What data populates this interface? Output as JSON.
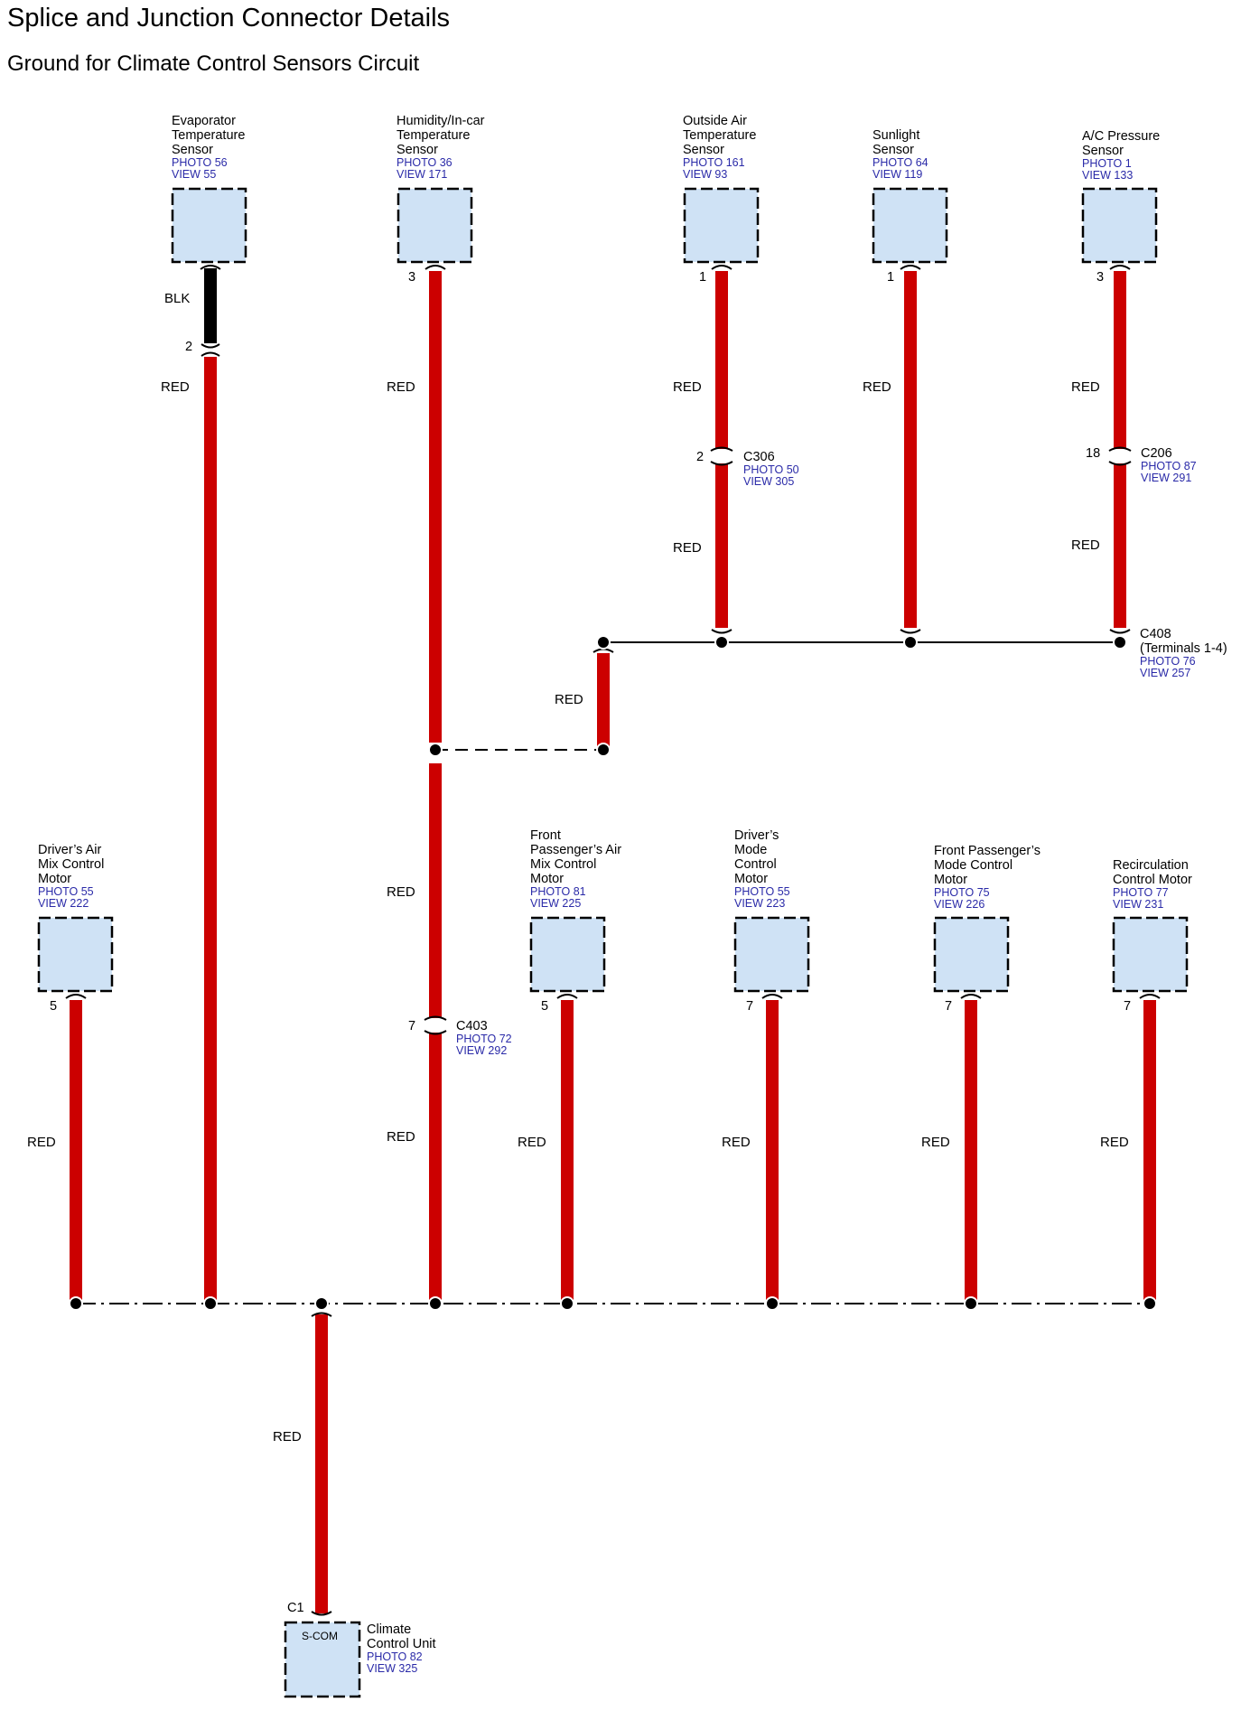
{
  "title": "Splice and Junction Connector Details",
  "subtitle": "Ground for Climate Control Sensors Circuit",
  "wire_color": "#cc0000",
  "blk_color": "#000000",
  "box_fill": "#cfe2f5",
  "ref_color": "#2a2aa8",
  "components": [
    {
      "id": "evap",
      "name_lines": [
        "Evaporator",
        "Temperature",
        "Sensor"
      ],
      "photo": "PHOTO 56",
      "view": "VIEW 55",
      "pin": "2"
    },
    {
      "id": "humid",
      "name_lines": [
        "Humidity/In-car",
        "Temperature",
        "Sensor"
      ],
      "photo": "PHOTO 36",
      "view": "VIEW 171",
      "pin": "3"
    },
    {
      "id": "outside",
      "name_lines": [
        "Outside Air",
        "Temperature",
        "Sensor"
      ],
      "photo": "PHOTO 161",
      "view": "VIEW 93",
      "pin": "1"
    },
    {
      "id": "sun",
      "name_lines": [
        "Sunlight",
        "Sensor"
      ],
      "photo": "PHOTO 64",
      "view": "VIEW 119",
      "pin": "1"
    },
    {
      "id": "acp",
      "name_lines": [
        "A/C Pressure",
        "Sensor"
      ],
      "photo": "PHOTO 1",
      "view": "VIEW 133",
      "pin": "3"
    },
    {
      "id": "dmix",
      "name_lines": [
        "Driver’s Air",
        "Mix Control",
        "Motor"
      ],
      "photo": "PHOTO 55",
      "view": "VIEW 222",
      "pin": "5"
    },
    {
      "id": "fpmix",
      "name_lines": [
        "Front",
        "Passenger’s Air",
        "Mix Control",
        "Motor"
      ],
      "photo": "PHOTO 81",
      "view": "VIEW 225",
      "pin": "5"
    },
    {
      "id": "dmode",
      "name_lines": [
        "Driver’s",
        "Mode",
        "Control",
        "Motor"
      ],
      "photo": "PHOTO 55",
      "view": "VIEW 223",
      "pin": "7"
    },
    {
      "id": "fpmode",
      "name_lines": [
        "Front Passenger’s",
        "Mode Control",
        "Motor"
      ],
      "photo": "PHOTO 75",
      "view": "VIEW 226",
      "pin": "7"
    },
    {
      "id": "recirc",
      "name_lines": [
        "Recirculation",
        "Control Motor"
      ],
      "photo": "PHOTO 77",
      "view": "VIEW 231",
      "pin": "7"
    },
    {
      "id": "ccu",
      "name_lines": [
        "Climate",
        "Control Unit"
      ],
      "photo": "PHOTO 82",
      "view": "VIEW 325",
      "pin": "C1",
      "inner_label": "S-COM"
    }
  ],
  "connectors": [
    {
      "id": "c306",
      "name": "C306",
      "photo": "PHOTO 50",
      "view": "VIEW 305",
      "pin": "2"
    },
    {
      "id": "c206",
      "name": "C206",
      "photo": "PHOTO 87",
      "view": "VIEW 291",
      "pin": "18"
    },
    {
      "id": "c408",
      "name_lines": [
        "C408",
        "(Terminals 1-4)"
      ],
      "photo": "PHOTO 76",
      "view": "VIEW 257"
    },
    {
      "id": "c403",
      "name": "C403",
      "photo": "PHOTO 72",
      "view": "VIEW 292",
      "pin": "7"
    }
  ],
  "wire_labels": {
    "red": "RED",
    "blk": "BLK"
  }
}
